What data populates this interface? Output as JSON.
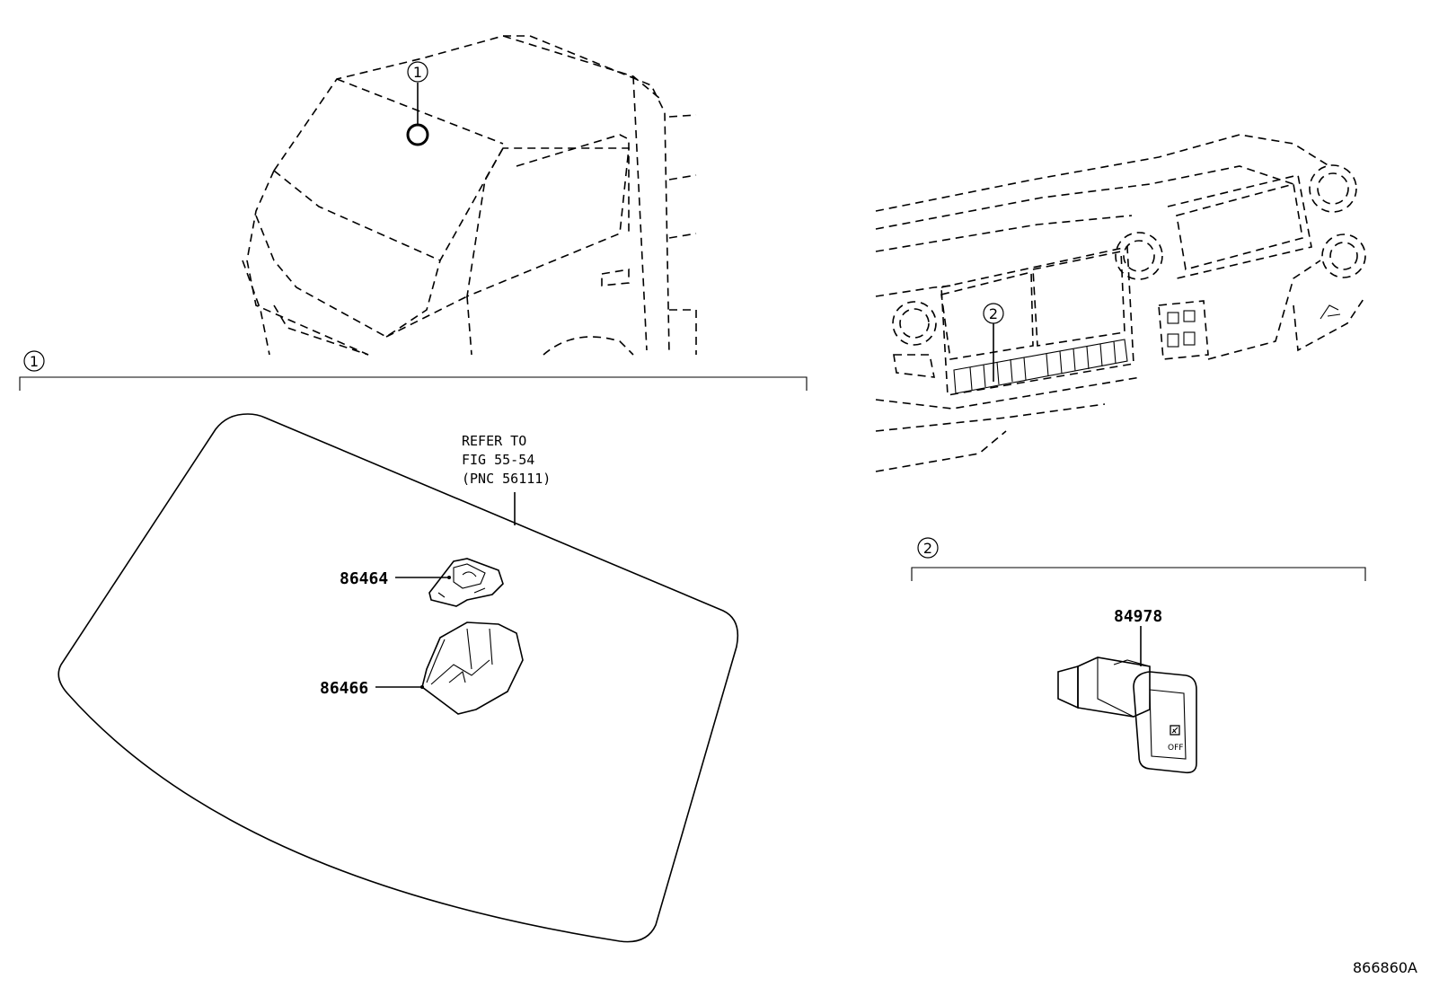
{
  "callouts": {
    "group_1": "1",
    "group_2": "2"
  },
  "parts": {
    "sensor_bracket": "86464",
    "sensor_cover": "86466",
    "switch": "84978"
  },
  "reference_note": {
    "line1": "REFER TO",
    "line2": "FIG 55-54",
    "line3": "(PNC 56111)"
  },
  "illustration_code": "866860A",
  "switch_face": {
    "text": "OFF"
  }
}
